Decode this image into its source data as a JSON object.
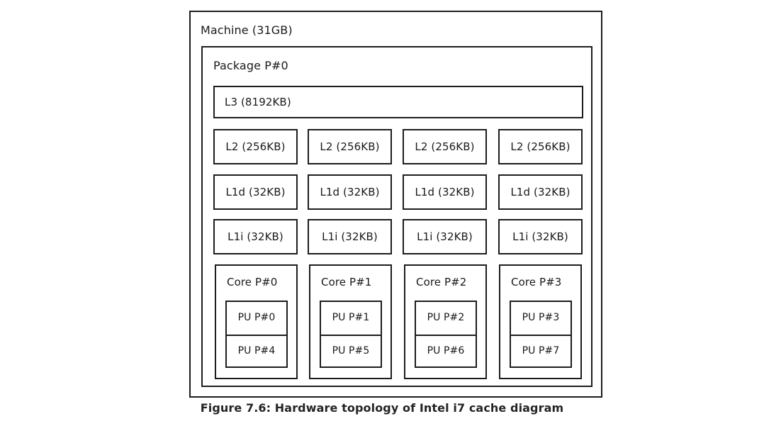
{
  "diagram": {
    "machine": {
      "label": "Machine (31GB)"
    },
    "package": {
      "label": "Package P#0"
    },
    "l3": {
      "label": "L3 (8192KB)"
    },
    "cache_rows": [
      {
        "level": "L2",
        "cells": [
          "L2 (256KB)",
          "L2 (256KB)",
          "L2 (256KB)",
          "L2 (256KB)"
        ]
      },
      {
        "level": "L1d",
        "cells": [
          "L1d (32KB)",
          "L1d (32KB)",
          "L1d (32KB)",
          "L1d (32KB)"
        ]
      },
      {
        "level": "L1i",
        "cells": [
          "L1i (32KB)",
          "L1i (32KB)",
          "L1i (32KB)",
          "L1i (32KB)"
        ]
      }
    ],
    "cores": [
      {
        "label": "Core P#0",
        "pus": [
          "PU P#0",
          "PU P#4"
        ]
      },
      {
        "label": "Core P#1",
        "pus": [
          "PU P#1",
          "PU P#5"
        ]
      },
      {
        "label": "Core P#2",
        "pus": [
          "PU P#2",
          "PU P#6"
        ]
      },
      {
        "label": "Core P#3",
        "pus": [
          "PU P#3",
          "PU P#7"
        ]
      }
    ]
  },
  "caption": {
    "text": "Figure 7.6: Hardware topology of Intel i7 cache diagram"
  },
  "colors": {
    "background": "#ffffff",
    "stroke": "#1d1d1d",
    "text": "#1a1a1a",
    "caption_text": "#242424"
  }
}
